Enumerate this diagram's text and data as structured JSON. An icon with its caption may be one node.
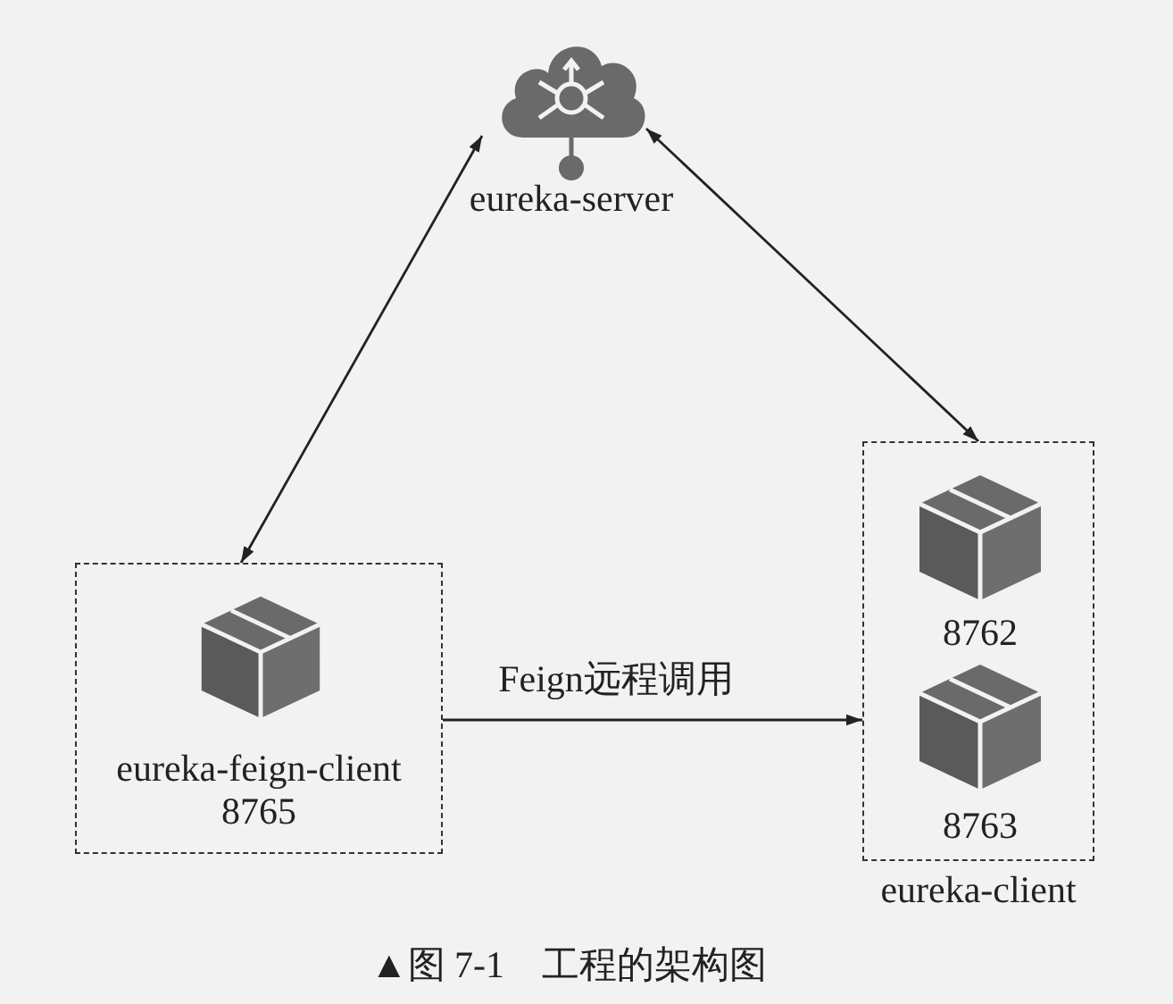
{
  "diagram": {
    "caption": "▲图 7-1　工程的架构图",
    "nodes": [
      {
        "text": [
          "eureka-server"
        ]
      },
      {
        "text": [
          "eureka-feign-client",
          "8765"
        ]
      },
      {
        "text": [
          "eureka-client"
        ]
      },
      {
        "text": [
          "8762"
        ],
        "in": 2
      },
      {
        "text": [
          "8763"
        ],
        "in": 2
      }
    ],
    "edges": [
      {
        "from": 0,
        "to": 1,
        "arrow": "both"
      },
      {
        "from": 0,
        "to": 2,
        "arrow": "both"
      },
      {
        "from": 1,
        "to": 2,
        "arrow": "to",
        "label": "Feign远程调用"
      }
    ]
  }
}
